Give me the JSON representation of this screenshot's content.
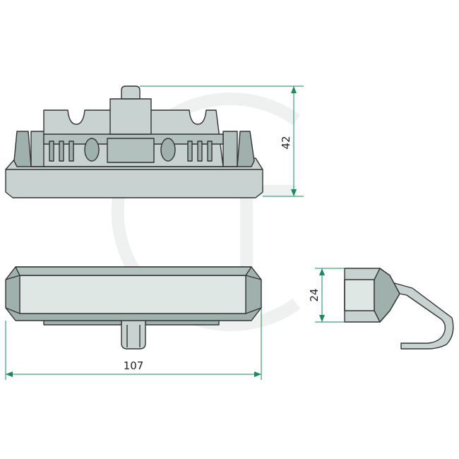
{
  "dimensions": {
    "height": "42",
    "length": "107",
    "width": "24"
  },
  "colors": {
    "body": "#c8d2d0",
    "shade": "#9fb0ad",
    "outline": "#333333",
    "dimension_line": "#1b8a5a",
    "watermark": "#eef1f0"
  }
}
